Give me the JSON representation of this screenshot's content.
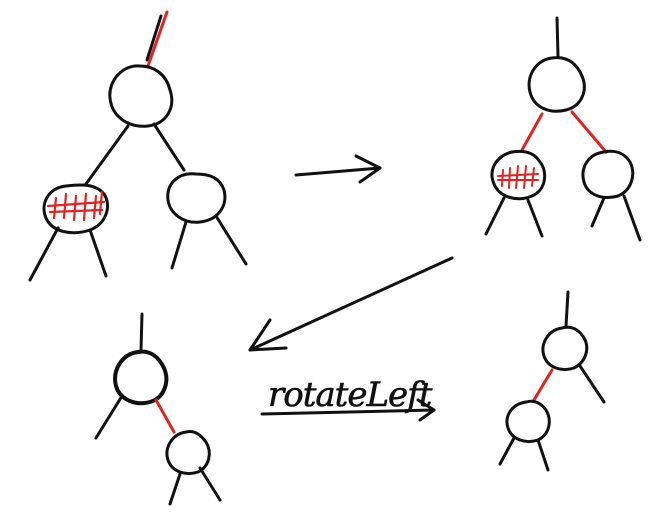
{
  "diagram": {
    "caption": "rotateLeft",
    "ink_color": "#111111",
    "highlight_color": "#e32222",
    "panels": [
      "top-left-tree",
      "top-right-tree",
      "bottom-right-tree",
      "bottom-left-tree"
    ]
  }
}
